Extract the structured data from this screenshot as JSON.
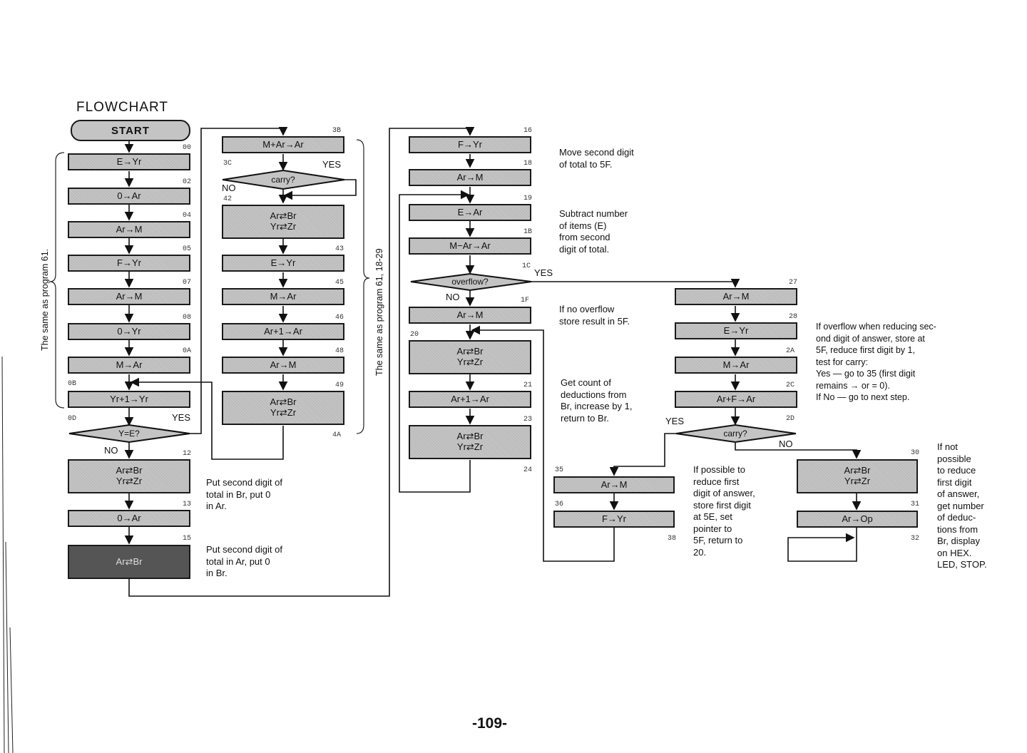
{
  "title": "FLOWCHART",
  "page_number": "-109-",
  "start": "START",
  "side_notes": {
    "left": "The same as program 61.",
    "middle": "The same as program 61, 18-29"
  },
  "column1": {
    "boxes": [
      {
        "addr": "00",
        "text": "E→Yr"
      },
      {
        "addr": "02",
        "text": "0→Ar"
      },
      {
        "addr": "04",
        "text": "Ar→M"
      },
      {
        "addr": "05",
        "text": "F→Yr"
      },
      {
        "addr": "07",
        "text": "Ar→M"
      },
      {
        "addr": "08",
        "text": "0→Yr"
      },
      {
        "addr": "0A",
        "text": "M→Ar"
      },
      {
        "addr": "0B",
        "text": "Yr+1→Yr"
      }
    ],
    "decision": {
      "addr": "0D",
      "text": "Y=E?",
      "yes": "YES",
      "no": "NO"
    },
    "box12": {
      "addr": "12",
      "line1": "Ar⇄Br",
      "line2": "Yr⇄Zr"
    },
    "box13": {
      "addr": "13",
      "text": "0→Ar"
    },
    "box15": {
      "addr": "15",
      "line1": "Ar⇄Br",
      "line2": ""
    }
  },
  "column2": {
    "box3B": {
      "addr": "3B",
      "text": "M+Ar→Ar"
    },
    "decision": {
      "addr": "3C",
      "text": "carry?",
      "yes": "YES",
      "no": "NO"
    },
    "box42": {
      "addr": "42",
      "line1": "Ar⇄Br",
      "line2": "Yr⇄Zr"
    },
    "box43": {
      "addr": "43",
      "text": "E→Yr"
    },
    "box45": {
      "addr": "45",
      "text": "M→Ar"
    },
    "box46": {
      "addr": "46",
      "text": "Ar+1→Ar"
    },
    "box48": {
      "addr": "48",
      "text": "Ar→M"
    },
    "box49": {
      "addr": "49",
      "line1": "Ar⇄Br",
      "line2": "Yr⇄Zr"
    },
    "end_addr": "4A"
  },
  "column3": {
    "box16": {
      "addr": "16",
      "text": "F→Yr"
    },
    "box18": {
      "addr": "18",
      "text": "Ar→M"
    },
    "box19": {
      "addr": "19",
      "text": "E→Ar"
    },
    "box1B": {
      "addr": "1B",
      "text": "M−Ar→Ar"
    },
    "decision": {
      "addr": "1C",
      "text": "overflow?",
      "yes": "YES",
      "no": "NO"
    },
    "box1F": {
      "addr": "1F",
      "text": "Ar→M"
    },
    "box20": {
      "addr": "20",
      "line1": "Ar⇄Br",
      "line2": "Yr⇄Zr"
    },
    "box21": {
      "addr": "21",
      "text": "Ar+1→Ar"
    },
    "box23": {
      "addr": "23",
      "line1": "Ar⇄Br",
      "line2": "Yr⇄Zr"
    },
    "end_addr": "24"
  },
  "column4": {
    "box27": {
      "addr": "27",
      "text": "Ar→M"
    },
    "box28": {
      "addr": "28",
      "text": "E→Yr"
    },
    "box2A": {
      "addr": "2A",
      "text": "M→Ar"
    },
    "box2C": {
      "addr": "2C",
      "text": "Ar+F→Ar"
    },
    "decision": {
      "addr": "2D",
      "text": "carry?",
      "yes": "YES",
      "no": "NO"
    },
    "box35": {
      "addr": "35",
      "text": "Ar→M"
    },
    "box36": {
      "addr": "36",
      "text": "F→Yr"
    },
    "end35_addr": "38",
    "box30": {
      "addr": "30",
      "line1": "Ar⇄Br",
      "line2": "Yr⇄Zr"
    },
    "box31": {
      "addr": "31",
      "text": "Ar→Op"
    },
    "end30_addr": "32"
  },
  "notes": {
    "put_second_digit_br": [
      "Put second digit of",
      "total  in  Br,  put  0",
      "in Ar."
    ],
    "put_second_digit_ar": [
      "Put second digit of",
      "total  in  Ar,  put  0",
      "in Br."
    ],
    "move_second_digit": [
      "Move second digit",
      "of total to 5F."
    ],
    "subtract_items": [
      "Subtract number",
      "of items (E)",
      "from second",
      "digit of total."
    ],
    "no_overflow": [
      "If no overflow",
      "store result in 5F."
    ],
    "get_count": [
      "Get count of",
      "deductions from",
      "Br, increase by 1,",
      "return to Br."
    ],
    "if_overflow": [
      "If overflow when reducing sec-",
      "ond  digit  of  answer,  store  at",
      "5F,  reduce  first  digit  by  1,",
      "test for carry:",
      "Yes — go  to  35  (first  digit",
      "remains → or = 0).",
      "If No — go to next step."
    ],
    "if_possible": [
      "If possible to",
      "reduce first",
      "digit of answer,",
      "store first digit",
      "at 5E, set",
      "pointer to",
      "5F, return to",
      "20."
    ],
    "if_not_possible": [
      "If not",
      "possible",
      "to reduce",
      "first digit",
      "of answer,",
      "get number",
      "of deduc-",
      "tions from",
      "Br, display",
      "on HEX.",
      "LED, STOP."
    ]
  }
}
